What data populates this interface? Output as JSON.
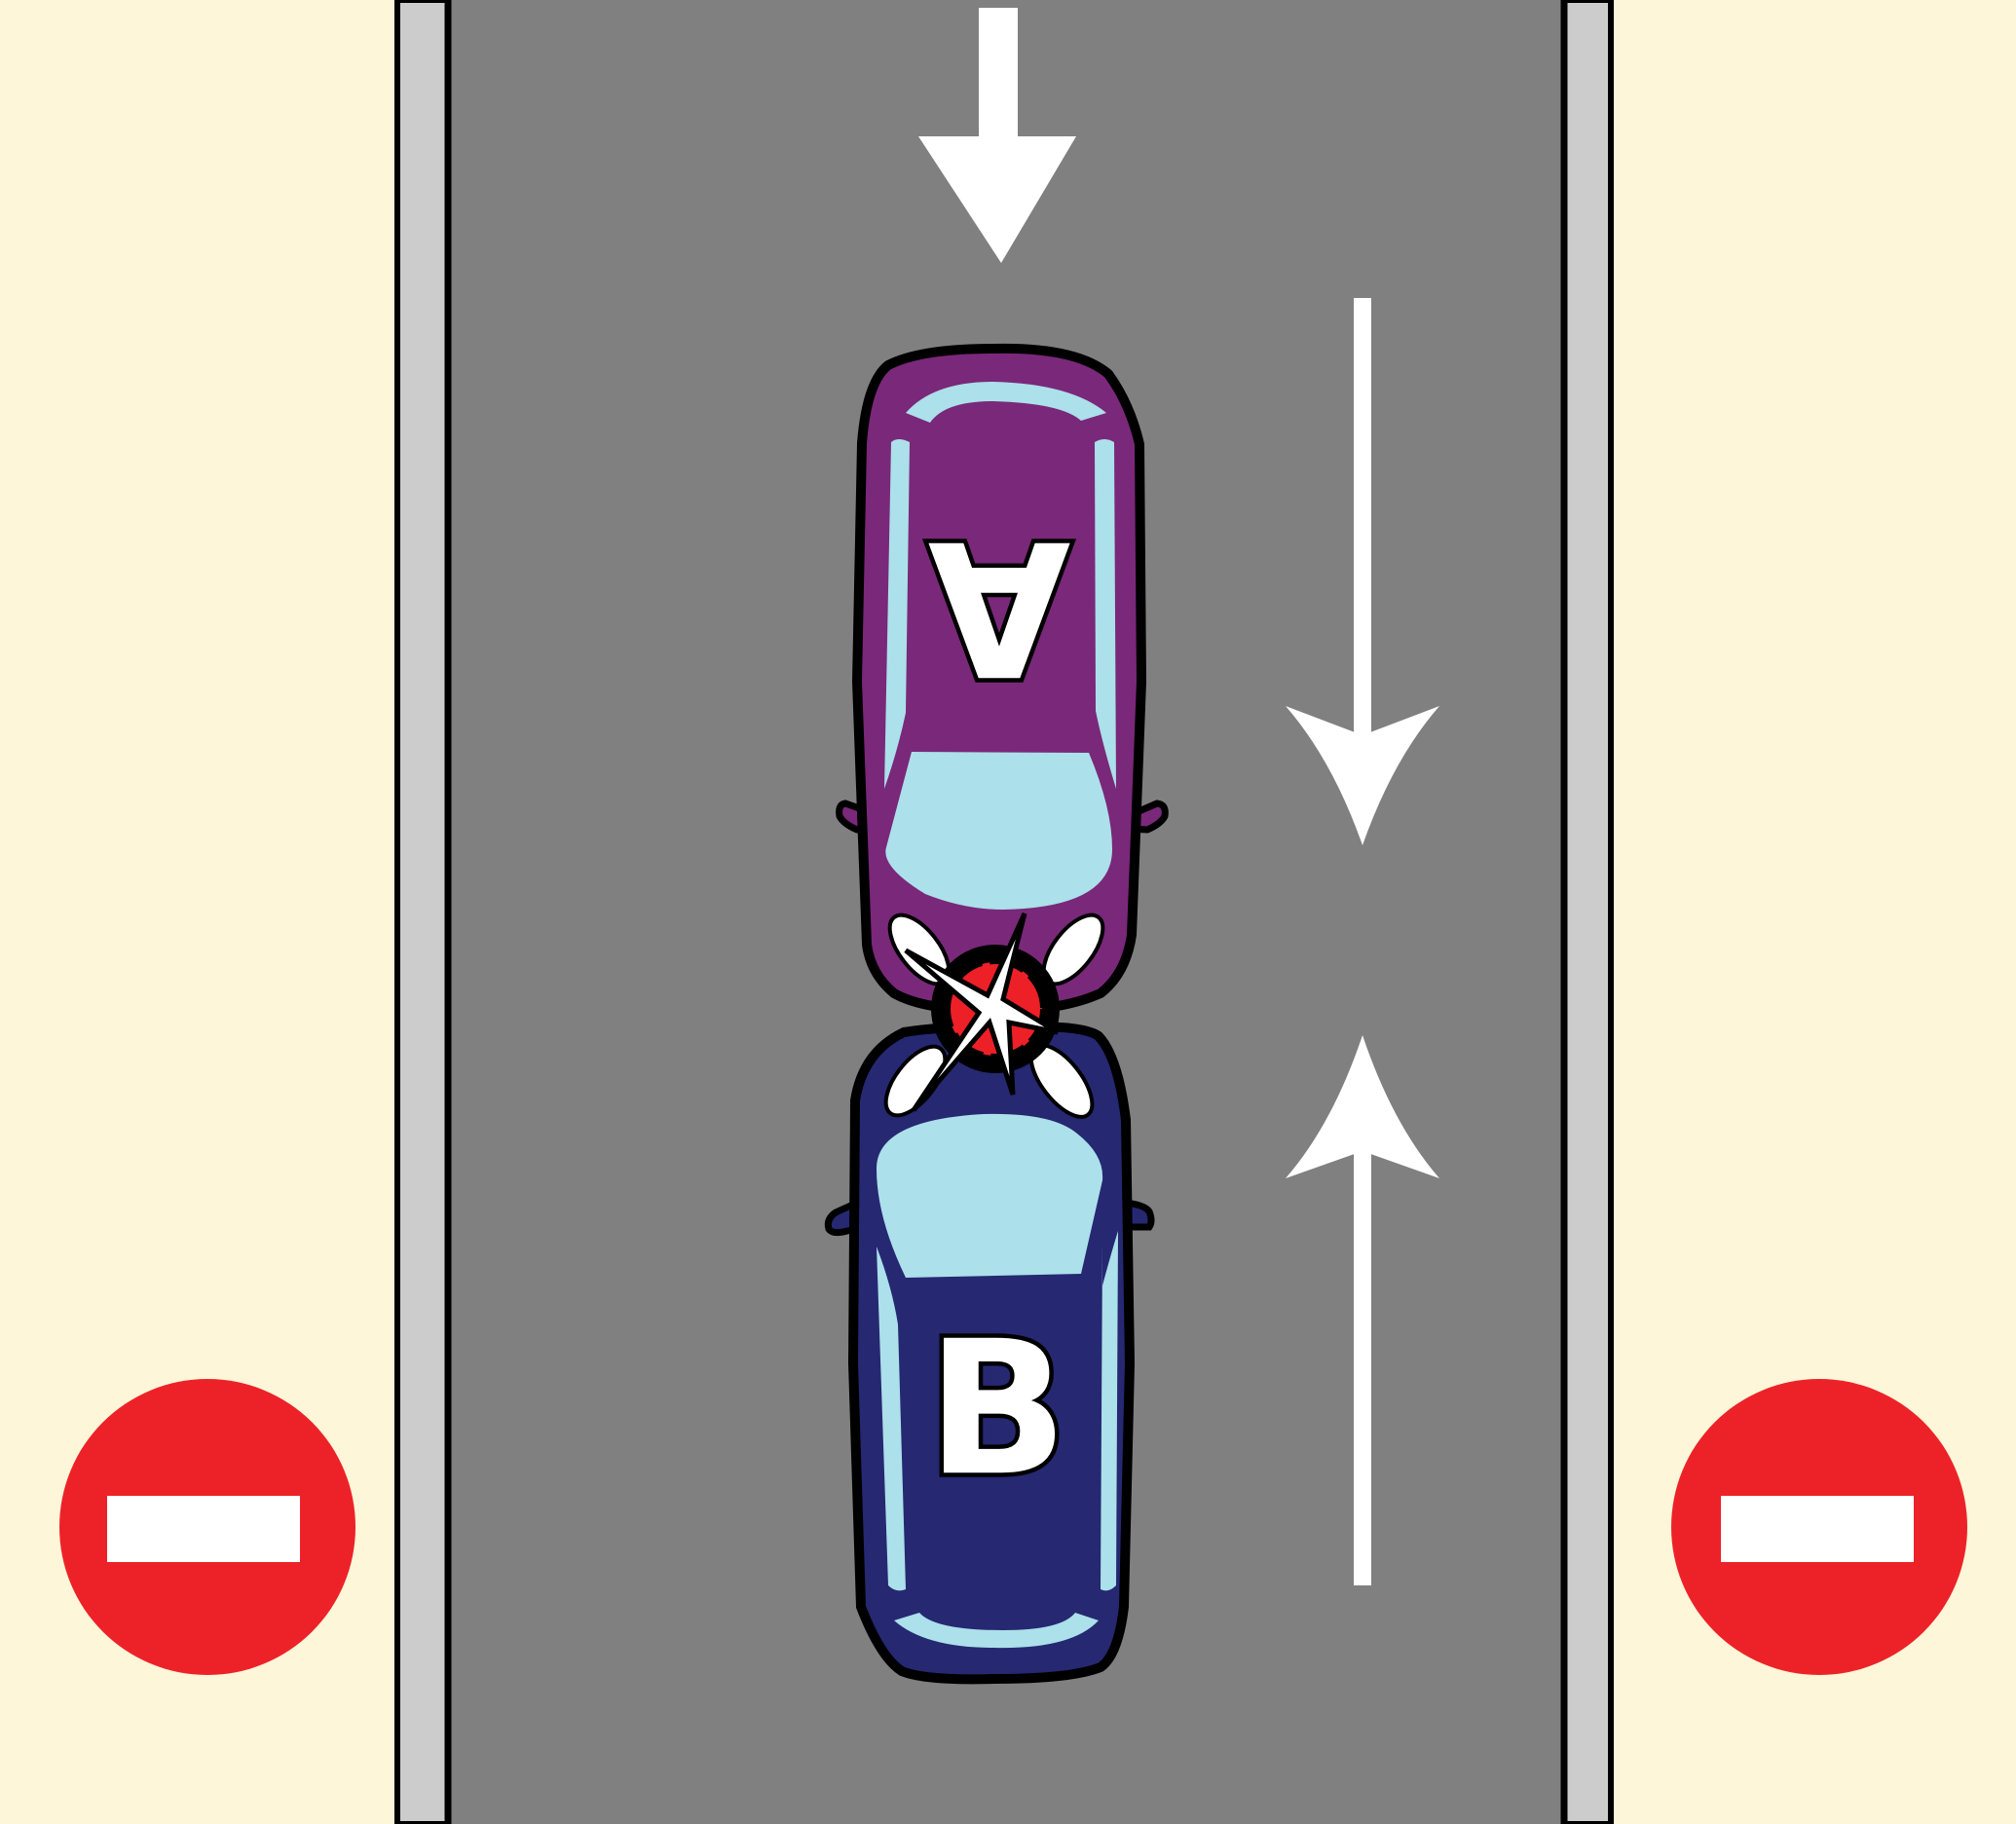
{
  "colors": {
    "background": "#fef6d8",
    "road": "#808080",
    "curb": "#cccccc",
    "lane_arrow": "#ffffff",
    "car_a_body": "#7a287a",
    "car_b_body": "#262872",
    "glass": "#ace0ea",
    "collision_red": "#ed2027",
    "no_entry_red": "#ed2229",
    "no_entry_bar": "#ffffff"
  },
  "vehicles": [
    {
      "id": "car-a",
      "label": "A",
      "direction": "southbound",
      "orientation": "rotated-180"
    },
    {
      "id": "car-b",
      "label": "B",
      "direction": "northbound",
      "orientation": "upright"
    }
  ],
  "signs": [
    {
      "id": "no-entry-left",
      "type": "no-entry",
      "side": "left"
    },
    {
      "id": "no-entry-right",
      "type": "no-entry",
      "side": "right"
    }
  ],
  "icons": {
    "direction_arrow": "arrow-down-icon",
    "approach_arrows": "head-on-arrows-icon",
    "collision": "collision-star-icon",
    "sign": "no-entry-icon"
  },
  "event": "head-on-collision"
}
